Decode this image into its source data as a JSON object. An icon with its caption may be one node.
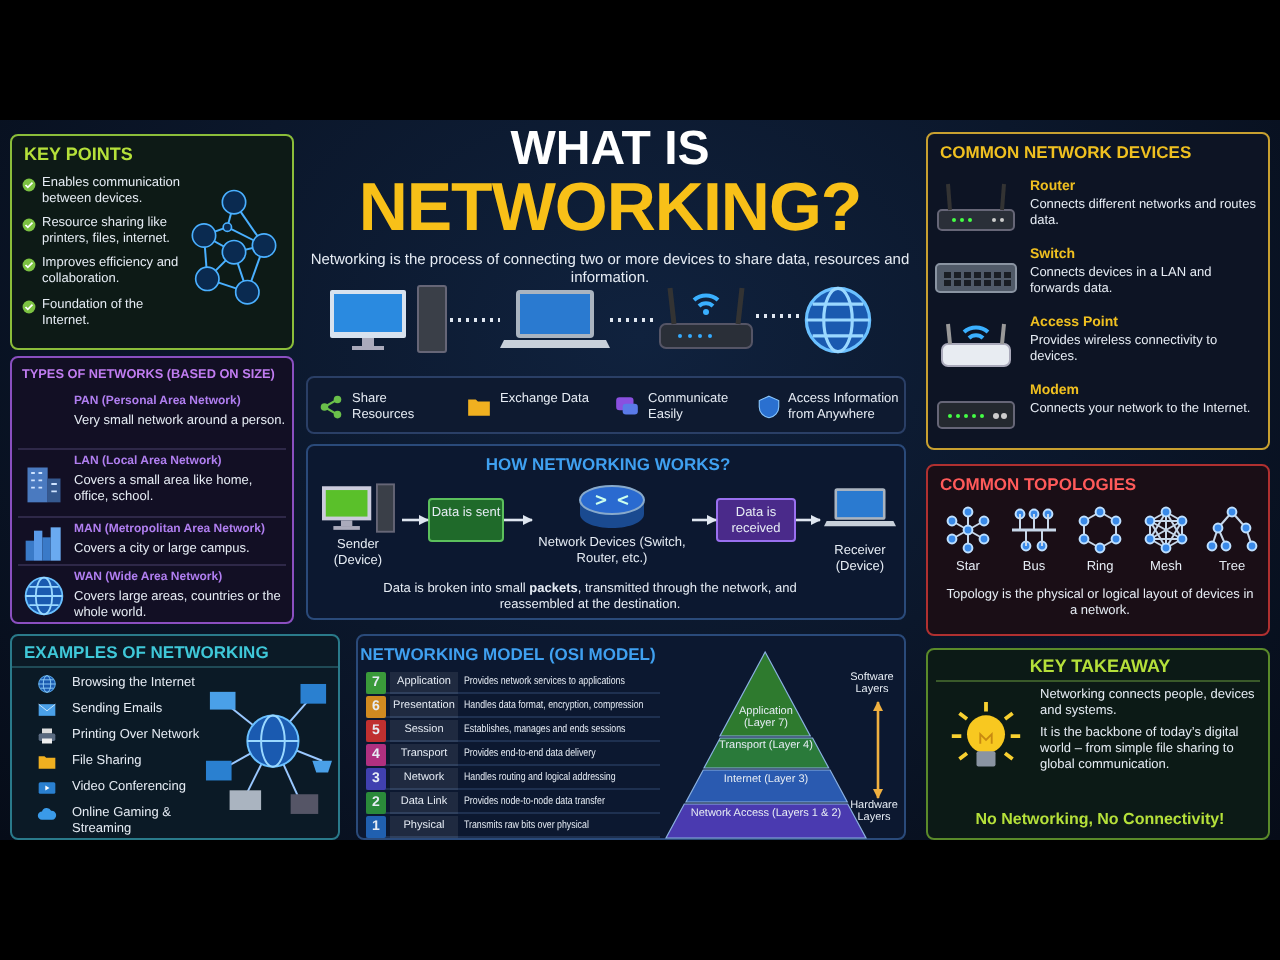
{
  "diagram": {
    "title": "WHAT IS NETWORKING?",
    "nodes": [
      {
        "text": [
          "KEY POINTS",
          "Enables communication between devices.",
          "Resource sharing like printers, files, internet.",
          "Improves efficiency and collaboration.",
          "Foundation of the Internet."
        ]
      },
      {
        "text": [
          "TYPES OF NETWORKS (BASED ON SIZE)"
        ]
      },
      {
        "text": [
          "PAN (Personal Area Network)",
          "Very small network around a person."
        ],
        "in": 1
      },
      {
        "text": [
          "LAN (Local Area Network)",
          "Covers a small area like home, office, school."
        ],
        "in": 1
      },
      {
        "text": [
          "MAN (Metropolitan Area Network)",
          "Covers a city or large campus."
        ],
        "in": 1
      },
      {
        "text": [
          "WAN (Wide Area Network)",
          "Covers large areas, countries or the whole world."
        ],
        "in": 1
      },
      {
        "text": [
          "EXAMPLES OF NETWORKING",
          "Browsing the Internet",
          "Sending Emails",
          "Printing Over Network",
          "File Sharing",
          "Video Conferencing",
          "Online Gaming & Streaming"
        ]
      },
      {
        "text": [],
        "shape": "picture"
      },
      {
        "text": [],
        "shape": "picture"
      },
      {
        "text": [],
        "shape": "picture"
      },
      {
        "text": [],
        "shape": "picture"
      },
      {
        "text": [
          "Share Resources",
          "Exchange Data",
          "Communicate Easily",
          "Access Information from Anywhere"
        ]
      },
      {
        "text": [
          "HOW NETWORKING WORKS?",
          "Data is broken into small **packets**, transmitted through the network, and reassembled at the destination."
        ]
      },
      {
        "text": [
          "Sender (Device)"
        ],
        "in": 12
      },
      {
        "text": [
          "Data is sent"
        ],
        "in": 12
      },
      {
        "text": [
          "Network Devices (Switch, Router, etc.)"
        ],
        "in": 12
      },
      {
        "text": [
          "Data is received"
        ],
        "in": 12
      },
      {
        "text": [
          "Receiver (Device)"
        ],
        "in": 12
      },
      {
        "text": [
          "NETWORKING MODEL (OSI MODEL)"
        ]
      },
      {
        "text": [
          "7",
          "Application",
          "Provides network services to applications"
        ],
        "in": 18
      },
      {
        "text": [
          "6",
          "Presentation",
          "Handles data format, encryption, compression"
        ],
        "in": 18
      },
      {
        "text": [
          "5",
          "Session",
          "Establishes, manages and ends sessions"
        ],
        "in": 18
      },
      {
        "text": [
          "4",
          "Transport",
          "Provides end-to-end data delivery"
        ],
        "in": 18
      },
      {
        "text": [
          "3",
          "Network",
          "Handles routing and logical addressing"
        ],
        "in": 18
      },
      {
        "text": [
          "2",
          "Data Link",
          "Provides node-to-node data transfer"
        ],
        "in": 18
      },
      {
        "text": [
          "1",
          "Physical",
          "Transmits raw bits over physical"
        ],
        "in": 18
      },
      {
        "text": [
          "Application (Layer 7)"
        ],
        "in": 18
      },
      {
        "text": [
          "Transport (Layer 4)"
        ],
        "in": 18
      },
      {
        "text": [
          "Internet (Layer 3)"
        ],
        "in": 18
      },
      {
        "text": [
          "Network Access (Layers 1 & 2)"
        ],
        "in": 18
      },
      {
        "text": [
          "Software Layers"
        ],
        "in": 18
      },
      {
        "text": [
          "Hardware Layers"
        ],
        "in": 18
      },
      {
        "text": [
          "COMMON NETWORK DEVICES"
        ]
      },
      {
        "text": [
          "Router",
          "Connects different networks and routes data."
        ],
        "in": 32
      },
      {
        "text": [
          "Switch",
          "Connects devices in a LAN and forwards data."
        ],
        "in": 32
      },
      {
        "text": [
          "Access Point",
          "Provides wireless connectivity to devices."
        ],
        "in": 32
      },
      {
        "text": [
          "Modem",
          "Connects your network to the Internet."
        ],
        "in": 32
      },
      {
        "text": [
          "COMMON TOPOLOGIES",
          "Topology is the physical or logical layout of devices in a network."
        ]
      },
      {
        "text": [
          "Star"
        ],
        "in": 37
      },
      {
        "text": [
          "Bus"
        ],
        "in": 37
      },
      {
        "text": [
          "Ring"
        ],
        "in": 37
      },
      {
        "text": [
          "Mesh"
        ],
        "in": 37
      },
      {
        "text": [
          "Tree"
        ],
        "in": 37
      },
      {
        "text": [
          "KEY TAKEAWAY",
          "Networking connects people, devices and systems.",
          "It is the backbone of today’s digital world – from simple file sharing to global communication.",
          "No Networking, No Connectivity!"
        ]
      }
    ],
    "edges": [
      {
        "from": 7,
        "to": 8,
        "arrow": "none",
        "style": "dashed"
      },
      {
        "from": 8,
        "to": 9,
        "arrow": "none",
        "style": "dashed"
      },
      {
        "from": 9,
        "to": 10,
        "arrow": "none",
        "style": "dashed"
      },
      {
        "from": 13,
        "to": 14,
        "arrow": "to"
      },
      {
        "from": 14,
        "to": 15,
        "arrow": "to"
      },
      {
        "from": 15,
        "to": 16,
        "arrow": "to"
      },
      {
        "from": 16,
        "to": 17,
        "arrow": "to"
      },
      {
        "from": 30,
        "to": 31,
        "arrow": "both",
        "color": "#f0b040"
      }
    ],
    "labels": [
      "Networking is the process of connecting two or more devices to share data, resources and information."
    ]
  }
}
